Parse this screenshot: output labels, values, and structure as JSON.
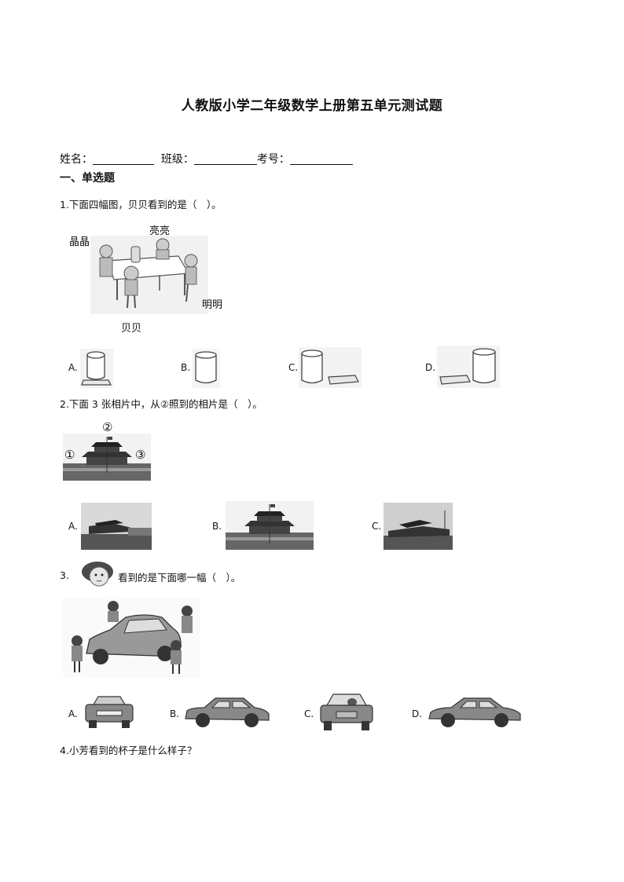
{
  "title": "人教版小学二年级数学上册第五单元测试题",
  "info": {
    "name_label": "姓名：",
    "class_label": "班级：",
    "exam_no_label": "考号："
  },
  "section1": "一、单选题",
  "q1": {
    "text": "1.下面四幅图，贝贝看到的是（　）。",
    "labels": {
      "jingjing": "晶晶",
      "liangliang": "亮亮",
      "mingming": "明明",
      "beibei": "贝贝"
    },
    "options": [
      "A.",
      "B.",
      "C.",
      "D."
    ]
  },
  "q2": {
    "text": "2.下面 3 张相片中，从②照到的相片是（　）。",
    "marks": [
      "②",
      "①",
      "③"
    ],
    "options": [
      "A.",
      "B.",
      "C."
    ]
  },
  "q3": {
    "num": "3.",
    "text": "看到的是下面哪一幅（　）。",
    "options": [
      "A.",
      "B.",
      "C.",
      "D."
    ]
  },
  "q4": {
    "text": "4.小芳看到的杯子是什么样子？"
  },
  "icons": [
    "table-scene-illustration",
    "cup-icon",
    "building-photo",
    "car-icon",
    "girl-face-icon",
    "children-car-illustration"
  ]
}
